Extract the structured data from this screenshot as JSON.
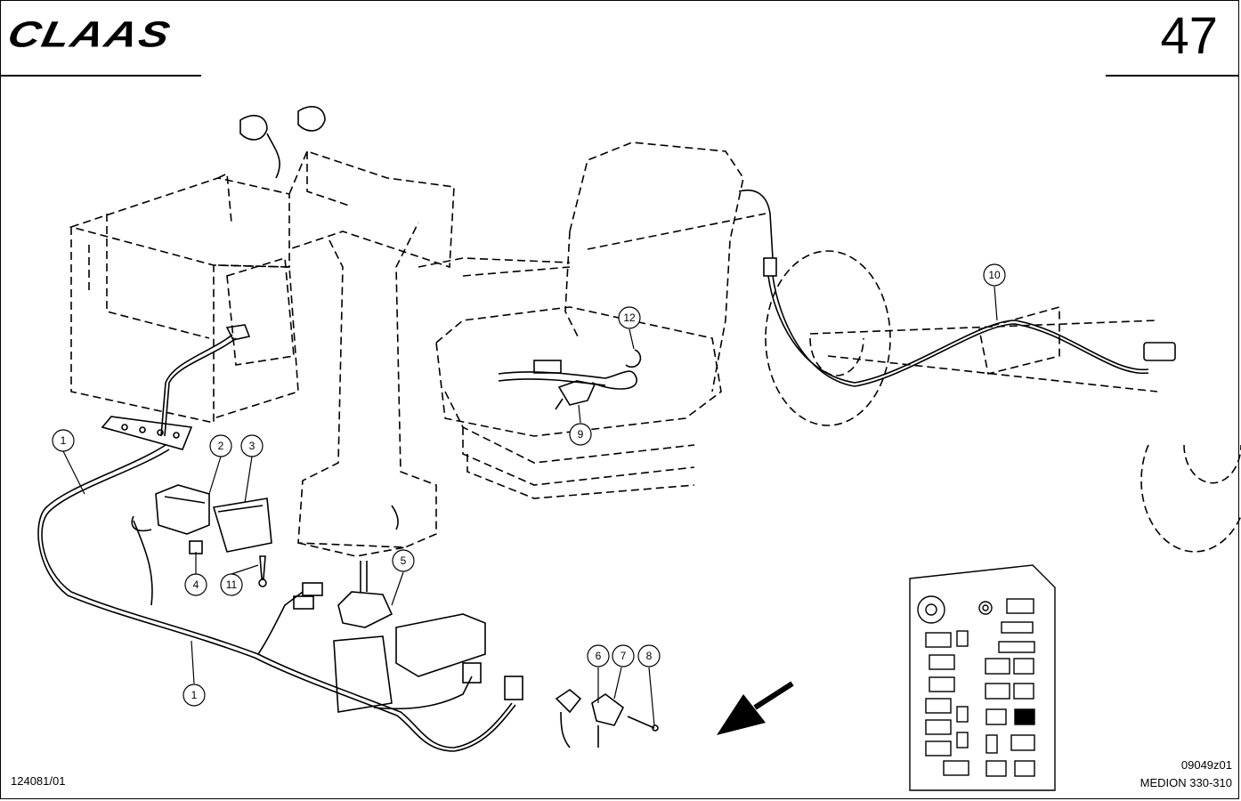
{
  "header": {
    "brand": "CLAAS",
    "page_number": "47"
  },
  "footer": {
    "left_ref": "124081/01",
    "right_ref": "09049z01",
    "model": "MEDION 330-310"
  },
  "callouts": [
    {
      "id": "c1a",
      "label": "1"
    },
    {
      "id": "c2",
      "label": "2"
    },
    {
      "id": "c3",
      "label": "3"
    },
    {
      "id": "c4",
      "label": "4"
    },
    {
      "id": "c11",
      "label": "11"
    },
    {
      "id": "c5",
      "label": "5"
    },
    {
      "id": "c1b",
      "label": "1"
    },
    {
      "id": "c6",
      "label": "6"
    },
    {
      "id": "c7",
      "label": "7"
    },
    {
      "id": "c8",
      "label": "8"
    },
    {
      "id": "c9",
      "label": "9"
    },
    {
      "id": "c12",
      "label": "12"
    },
    {
      "id": "c10",
      "label": "10"
    }
  ]
}
